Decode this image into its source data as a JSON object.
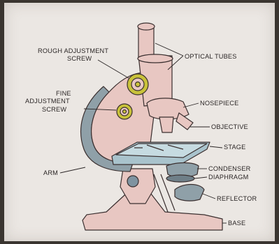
{
  "labels": {
    "rough_adjustment_screw": [
      "ROUGH ADJUSTMENT",
      "SCREW"
    ],
    "optical_tubes": "OPTICAL TUBES",
    "fine_adjustment_screw": [
      "FINE",
      "ADJUSTMENT",
      "SCREW"
    ],
    "nosepiece": "NOSEPIECE",
    "objective": "OBJECTIVE",
    "stage": "STAGE",
    "arm": "ARM",
    "condenser": "CONDENSER",
    "diaphragm": "DIAPHRAGM",
    "reflector": "REFLECTOR",
    "base": "BASE"
  },
  "colors": {
    "paper": "#ebe7e3",
    "body_pink": "#e8c7c2",
    "arm_blue": "#8fa0a8",
    "stage_blue": "#a9c3cc",
    "screw_yellow": "#c9c23a",
    "outline": "#3a2f2f"
  }
}
